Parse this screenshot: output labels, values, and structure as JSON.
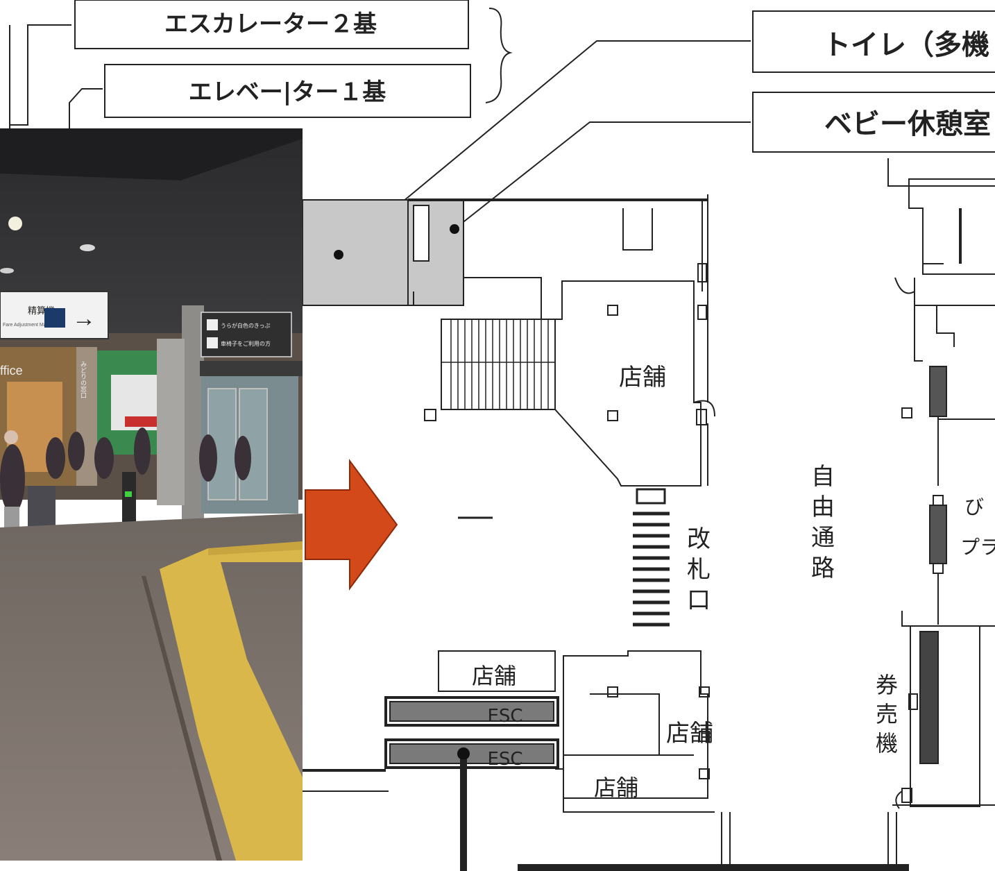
{
  "callouts": {
    "escalator": "エスカレーター２基",
    "elevator": "エレベー|ター１基",
    "toilet": "トイレ（多機",
    "baby_room": "ベビー休憩室"
  },
  "map": {
    "shop": "店舗",
    "ticket_gate": [
      "改",
      "札",
      "口"
    ],
    "free_passage": [
      "自",
      "由",
      "通",
      "路"
    ],
    "ticket_machine": [
      "券",
      "売",
      "機"
    ],
    "esc": "ESC",
    "cut_label_1": "び",
    "cut_label_2": "プラ"
  },
  "photo": {
    "fare_adjust_sign": "精算機",
    "fare_adjust_en": "Fare Adjustment Machine",
    "midori_window": "みどりの窓口",
    "office": "ffice",
    "side_sign_1": "うらが白色のきっぷ",
    "side_sign_2": "車椅子をご利用の方"
  },
  "colors": {
    "arrow": "#d4491a",
    "shaded_room": "#c8c8c8",
    "esc_fill": "#7a7a7a",
    "tactile": "#d9b74a"
  }
}
